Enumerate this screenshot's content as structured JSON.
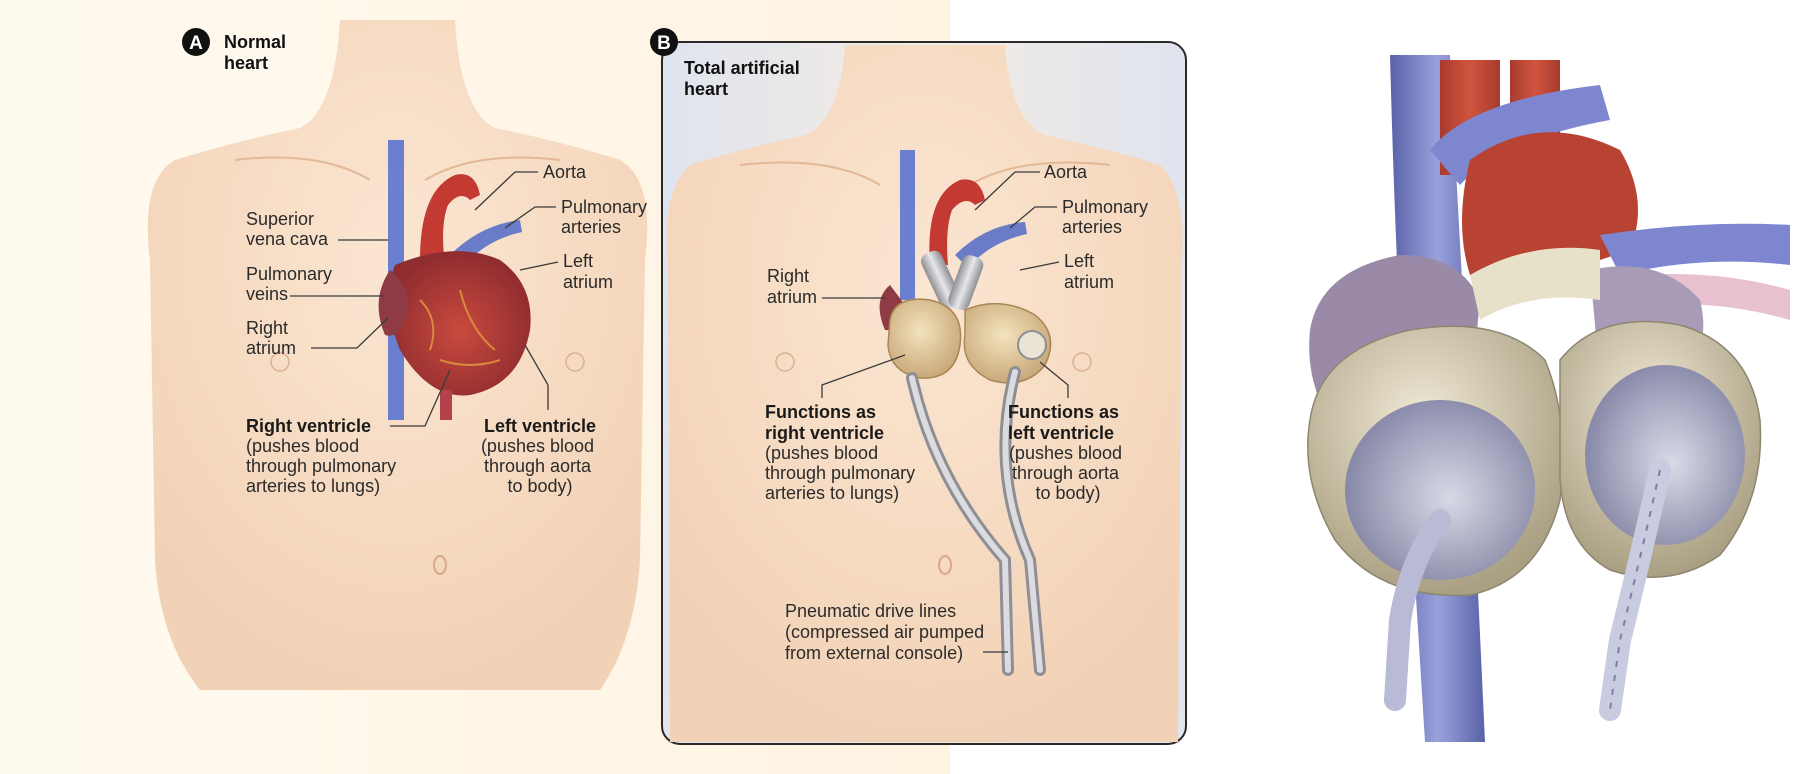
{
  "panel_a": {
    "badge": "A",
    "title_lines": [
      "Normal",
      "heart"
    ],
    "labels": {
      "aorta": [
        "Aorta"
      ],
      "pulmonary_arteries": [
        "Pulmonary",
        "arteries"
      ],
      "superior_vena_cava": [
        "Superior",
        "vena cava"
      ],
      "pulmonary_veins": [
        "Pulmonary",
        "veins"
      ],
      "left_atrium": [
        "Left",
        "atrium"
      ],
      "right_atrium": [
        "Right",
        "atrium"
      ],
      "right_ventricle_title": "Right ventricle",
      "right_ventricle_desc": [
        "(pushes blood",
        "through pulmonary",
        "arteries to lungs)"
      ],
      "left_ventricle_title": "Left ventricle",
      "left_ventricle_desc": [
        "(pushes blood",
        "through aorta",
        "to body)"
      ]
    }
  },
  "panel_b": {
    "badge": "B",
    "title_lines": [
      "Total artificial",
      "heart"
    ],
    "labels": {
      "aorta": [
        "Aorta"
      ],
      "pulmonary_arteries": [
        "Pulmonary",
        "arteries"
      ],
      "left_atrium": [
        "Left",
        "atrium"
      ],
      "right_atrium": [
        "Right",
        "atrium"
      ],
      "right_fn_title": [
        "Functions as",
        "right ventricle"
      ],
      "right_fn_desc": [
        "(pushes blood",
        "through pulmonary",
        "arteries to lungs)"
      ],
      "left_fn_title": [
        "Functions as",
        "left ventricle"
      ],
      "left_fn_desc": [
        "(pushes blood",
        "through aorta",
        "to body)"
      ],
      "drive_lines": [
        "Pneumatic drive lines",
        "(compressed air pumped",
        "from external console)"
      ]
    }
  },
  "colors": {
    "skin": "#f6dcc4",
    "skin_shadow": "#eac6a7",
    "aorta_red": "#c23a32",
    "vein_blue": "#6b7fd0",
    "heart_dark": "#8e3b45",
    "device_beige": "#d8c9a3",
    "panel_border": "#2a2a2a"
  }
}
